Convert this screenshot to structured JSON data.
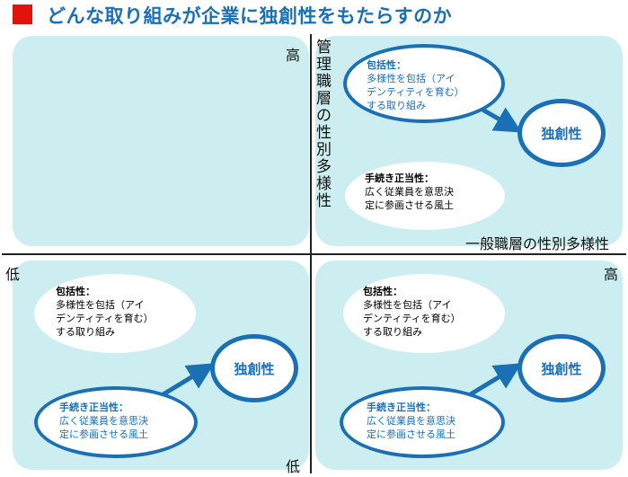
{
  "title": "どんな取り組みが企業に独創性をもたらすのか",
  "axes": {
    "y_label": "管理職層の性別多様性",
    "x_label": "一般職層の性別多様性",
    "high": "高",
    "low": "低"
  },
  "quadrants": {
    "top_right": {
      "inclusion_head": "包括性：",
      "inclusion_line1": "多様性を包括（アイ",
      "inclusion_line2": "デンティティを育む）",
      "inclusion_line3": "する取り組み",
      "procedural_head": "手続き正当性：",
      "procedural_line1": "広く従業員を意思決",
      "procedural_line2": "定に参画させる風土",
      "creativity": "独創性"
    },
    "bottom_left": {
      "inclusion_head": "包括性：",
      "inclusion_line1": "多様性を包括（アイ",
      "inclusion_line2": "デンティティを育む）",
      "inclusion_line3": "する取り組み",
      "procedural_head": "手続き正当性：",
      "procedural_line1": "広く従業員を意思決",
      "procedural_line2": "定に参画させる風土",
      "creativity": "独創性"
    },
    "bottom_right": {
      "inclusion_head": "包括性：",
      "inclusion_line1": "多様性を包括（アイ",
      "inclusion_line2": "デンティティを育む）",
      "inclusion_line3": "する取り組み",
      "procedural_head": "手続き正当性：",
      "procedural_line1": "広く従業員を意思決",
      "procedural_line2": "定に参画させる風土",
      "creativity": "独創性"
    }
  },
  "colors": {
    "title": "#1a6fb5",
    "accent_square": "#e3120b",
    "panel": "#cdeef0",
    "highlight": "#1a6fb5"
  }
}
